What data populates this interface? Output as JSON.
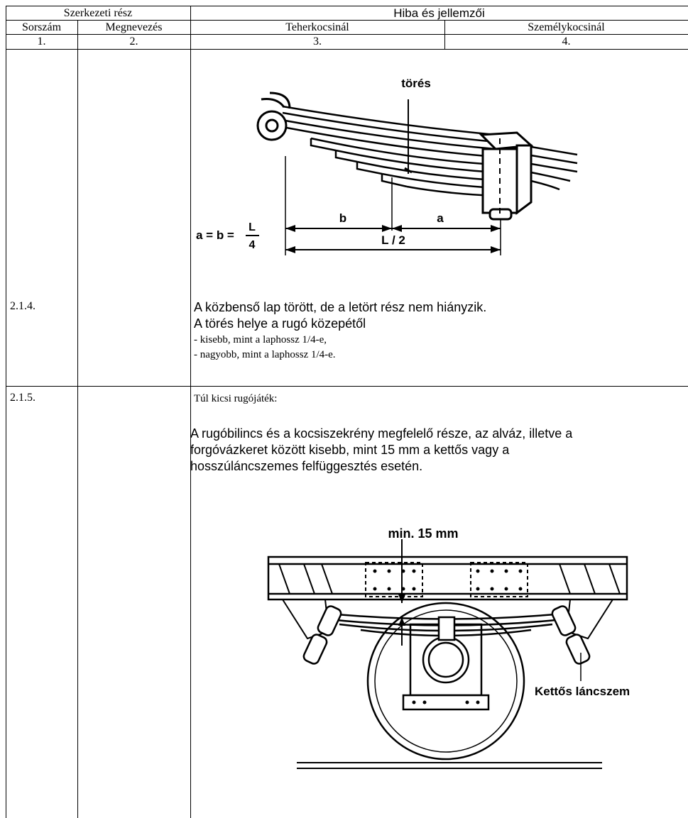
{
  "header": {
    "group_structural": "Szerkezeti rész",
    "group_fault": "Hiba és jellemzői",
    "col_number": "Sorszám",
    "col_name": "Megnevezés",
    "col_freight": "Teherkocsinál",
    "col_passenger": "Személykocsinál",
    "num_1": "1.",
    "num_2": "2.",
    "num_3": "3.",
    "num_4": "4."
  },
  "row_214": {
    "number": "2.1.4.",
    "figure": {
      "label_break": "törés",
      "label_b": "b",
      "label_a": "a",
      "label_half": "L / 2",
      "formula_left": "a = b =",
      "formula_num": "L",
      "formula_den": "4"
    },
    "line1": "A közbenső lap törött, de a letört rész nem hiányzik.",
    "line2": "A törés helye a rugó közepétől",
    "line3": "- kisebb, mint a laphossz 1/4-e,",
    "line4": "- nagyobb, mint a laphossz 1/4-e."
  },
  "row_215": {
    "number": "2.1.5.",
    "title": "Túl kicsi rugójáték:",
    "para_line1": " A rugóbilincs és a kocsiszekrény megfelelő része, az alváz, illetve a",
    "para_line2": "forgóvázkeret között kisebb, mint 15 mm a kettős vagy a",
    "para_line3": "hosszúláncszemes felfüggesztés esetén.",
    "figure": {
      "label_min": "min. 15 mm",
      "label_link": "Kettős láncszem"
    }
  }
}
